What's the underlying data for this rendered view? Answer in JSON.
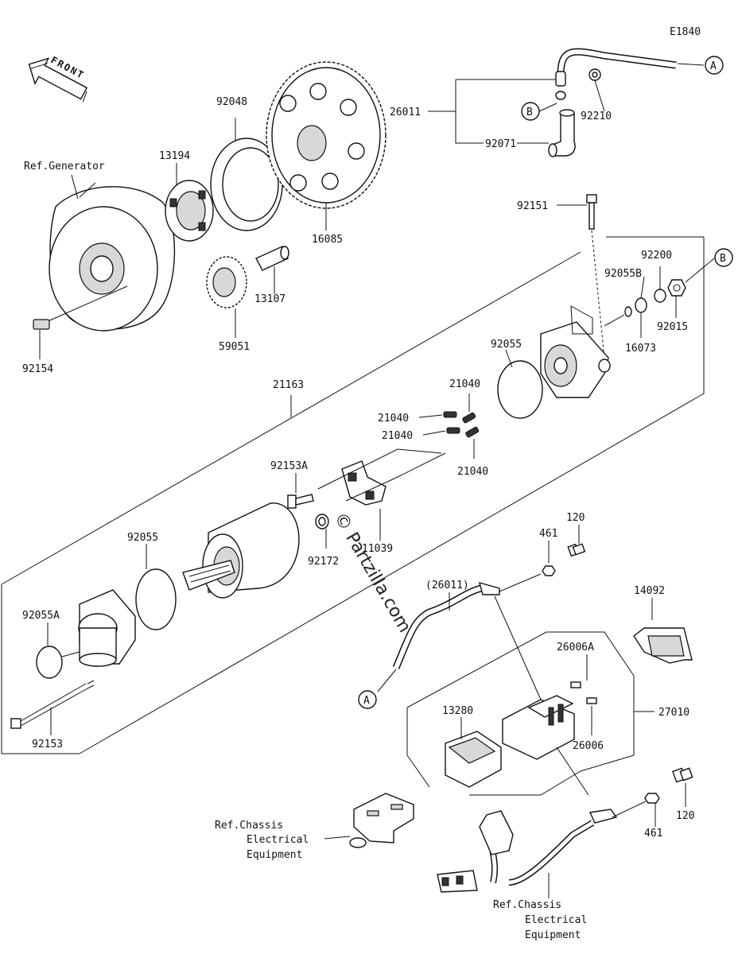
{
  "diagram_code": "E1840",
  "front_label": "FRONT",
  "watermark": "© Partzilla.com",
  "ref_labels": {
    "generator": "Ref.Generator",
    "chassis1": [
      "Ref.Chassis",
      "Electrical",
      "Equipment"
    ],
    "chassis2": [
      "Ref.Chassis",
      "Electrical",
      "Equipment"
    ]
  },
  "connectors": {
    "a": "A",
    "b": "B"
  },
  "parts": {
    "p26011": "26011",
    "p92210": "92210",
    "p92071": "92071",
    "p92048": "92048",
    "p13194": "13194",
    "p16085": "16085",
    "p13107": "13107",
    "p59051": "59051",
    "p92154": "92154",
    "p92151": "92151",
    "p92200": "92200",
    "p92055B": "92055B",
    "p92015": "92015",
    "p16073": "16073",
    "p92055_top": "92055",
    "p21163": "21163",
    "p21040_a": "21040",
    "p21040_b": "21040",
    "p21040_c": "21040",
    "p21040_d": "21040",
    "p92153A": "92153A",
    "p11039": "11039",
    "p92172": "92172",
    "p92055_left": "92055",
    "p92055A": "92055A",
    "p92153": "92153",
    "p461_top": "461",
    "p120_top": "120",
    "p26011_paren": "(26011)",
    "p14092": "14092",
    "p26006A": "26006A",
    "p27010": "27010",
    "p26006": "26006",
    "p13280": "13280",
    "p461_bottom": "461",
    "p120_bottom": "120"
  }
}
